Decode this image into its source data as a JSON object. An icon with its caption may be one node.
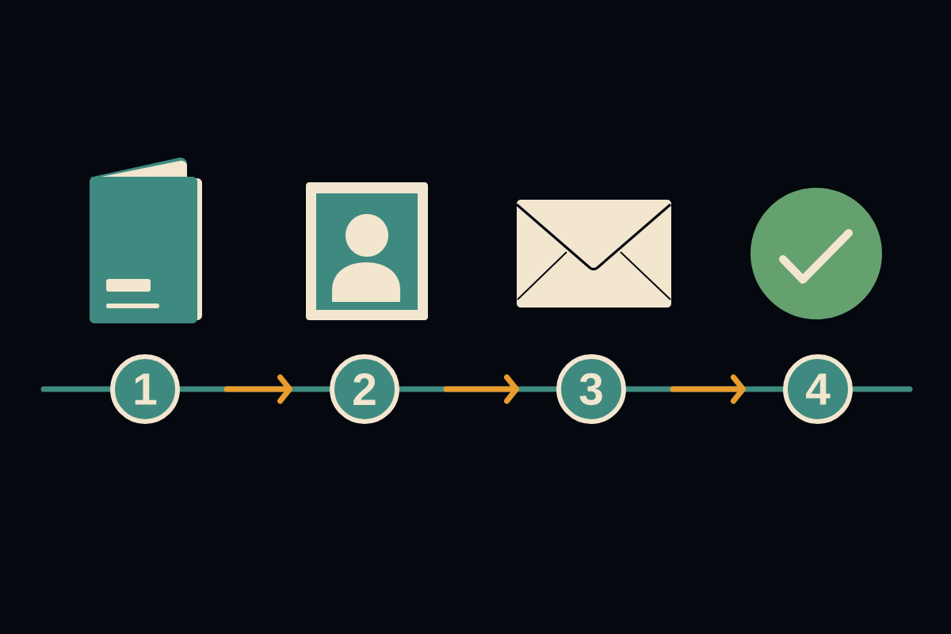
{
  "diagram": {
    "nodes": [
      {
        "text": [
          "1"
        ]
      },
      {
        "text": [
          "2"
        ]
      },
      {
        "text": [
          "3"
        ]
      },
      {
        "text": [
          "4"
        ]
      }
    ],
    "edges": [
      {
        "from": 0,
        "to": 1,
        "arrow": "to"
      },
      {
        "from": 1,
        "to": 2,
        "arrow": "to"
      },
      {
        "from": 2,
        "to": 3,
        "arrow": "to"
      }
    ]
  }
}
